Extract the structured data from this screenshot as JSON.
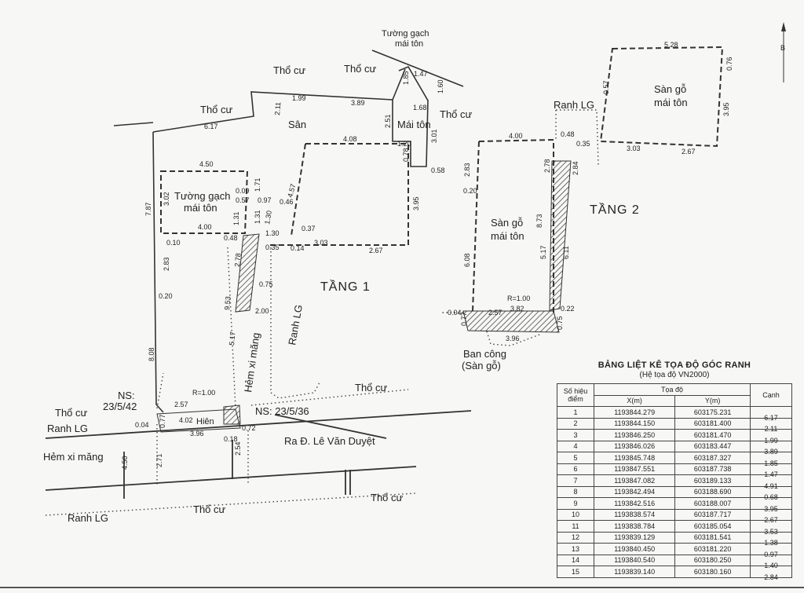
{
  "labels": {
    "tang1": "TẦNG 1",
    "tang2": "TẦNG 2",
    "tho_cu": "Thổ cư",
    "san": "Sân",
    "mai_ton": "Mái tôn",
    "tuong_gach": "Tường gạch",
    "mai_ton_small": "mái tôn",
    "tuong_gach_mai_ton": "Tường gạch",
    "san_go": "Sàn gỗ",
    "ranh_lg": "Ranh LG",
    "ham_xi_mang": "Hẻm xi măng",
    "ban_cong": "Ban công",
    "ban_cong_sub": "(Sàn gỗ)",
    "ns1": "NS:",
    "ns1_num": "23/5/42",
    "ns2": "NS: 23/5/36",
    "hien": "Hiên",
    "ra_duong": "Ra Đ. Lê Văn Duyệt",
    "north": "B"
  },
  "dims": {
    "d617": "6.17",
    "d211": "2.11",
    "d199": "1.99",
    "d389": "3.89",
    "d147": "1.47",
    "d185": "1.85",
    "d160": "1.60",
    "d168": "1.68",
    "d251": "2.51",
    "d301": "3.01",
    "d120": "1.20",
    "d408": "4.08",
    "d078": "0.78",
    "d058": "0.58",
    "d395": "3.95",
    "d450": "4.50",
    "d302": "3.02",
    "d787": "7.87",
    "d009": "0.09",
    "d057": "0.57",
    "d097": "0.97",
    "d046": "0.46",
    "d457": "4.57",
    "d171": "1.71",
    "d400": "4.00",
    "d131": "1.31",
    "d130": "1.30",
    "d037": "0.37",
    "d010": "0.10",
    "d048": "0.48",
    "d035": "0.35",
    "d014": "0.14",
    "d303": "3.03",
    "d267": "2.67",
    "d283": "2.83",
    "d278": "2.78",
    "d020": "0.20",
    "d075": "0.75",
    "d953": "9.53",
    "d200": "2.00",
    "d517": "5.17",
    "d808": "8.08",
    "r100": "R=1.00",
    "d257": "2.57",
    "d004": "0.04",
    "d402": "4.02",
    "d077": "0.77",
    "d072": "0.72",
    "d396": "3.96",
    "d018": "0.18",
    "d254": "2.54",
    "d271": "2.71",
    "d450b": "4.50",
    "t2_400": "4.00",
    "t2_048": "0.48",
    "t2_035": "0.35",
    "t2_283": "2.83",
    "t2_020": "0.20",
    "t2_278": "2.78",
    "t2_284": "2.84",
    "t2_873": "8.73",
    "t2_517": "5.17",
    "t2_611": "6.11",
    "t2_808": "6.08",
    "t2_r100": "R=1.00",
    "t2_004": "0.04",
    "t2_257": "2.57",
    "t2_382": "3.82",
    "t2_022": "0.22",
    "t2_077": "0.77",
    "t2_075": "0.75",
    "t2_396": "3.96",
    "t2_528": "5.28",
    "t2_076": "0.76",
    "t2_057": "0.57",
    "t2_395": "3.95",
    "t2_303": "3.03",
    "t2_267": "2.67"
  },
  "coord_table": {
    "title": "BẢNG LIỆT KÊ TỌA ĐỘ GÓC RANH",
    "subtitle": "(Hệ tọa độ VN2000)",
    "headers": {
      "so_hieu": "Số hiệu",
      "diem": "điểm",
      "toa_do": "Tọa độ",
      "x": "X(m)",
      "y": "Y(m)",
      "canh": "Cạnh"
    },
    "rows": [
      {
        "id": "1",
        "x": "1193844.279",
        "y": "603175.231",
        "c": "6.17"
      },
      {
        "id": "2",
        "x": "1193844.150",
        "y": "603181.400",
        "c": "2.11"
      },
      {
        "id": "3",
        "x": "1193846.250",
        "y": "603181.470",
        "c": "1.99"
      },
      {
        "id": "4",
        "x": "1193846.026",
        "y": "603183.447",
        "c": "3.89"
      },
      {
        "id": "5",
        "x": "1193845.748",
        "y": "603187.327",
        "c": "1.85"
      },
      {
        "id": "6",
        "x": "1193847.551",
        "y": "603187.738",
        "c": "1.47"
      },
      {
        "id": "7",
        "x": "1193847.082",
        "y": "603189.133",
        "c": "4.91"
      },
      {
        "id": "8",
        "x": "1193842.494",
        "y": "603188.690",
        "c": "0.68"
      },
      {
        "id": "9",
        "x": "1193842.516",
        "y": "603188.007",
        "c": "3.95"
      },
      {
        "id": "10",
        "x": "1193838.574",
        "y": "603187.717",
        "c": "2.67"
      },
      {
        "id": "11",
        "x": "1193838.784",
        "y": "603185.054",
        "c": "3.53"
      },
      {
        "id": "12",
        "x": "1193839.129",
        "y": "603181.541",
        "c": "1.38"
      },
      {
        "id": "13",
        "x": "1193840.450",
        "y": "603181.220",
        "c": "0.97"
      },
      {
        "id": "14",
        "x": "1193840.540",
        "y": "603180.250",
        "c": "1.40"
      },
      {
        "id": "15",
        "x": "1193839.140",
        "y": "603180.160",
        "c": "2.84"
      }
    ]
  }
}
